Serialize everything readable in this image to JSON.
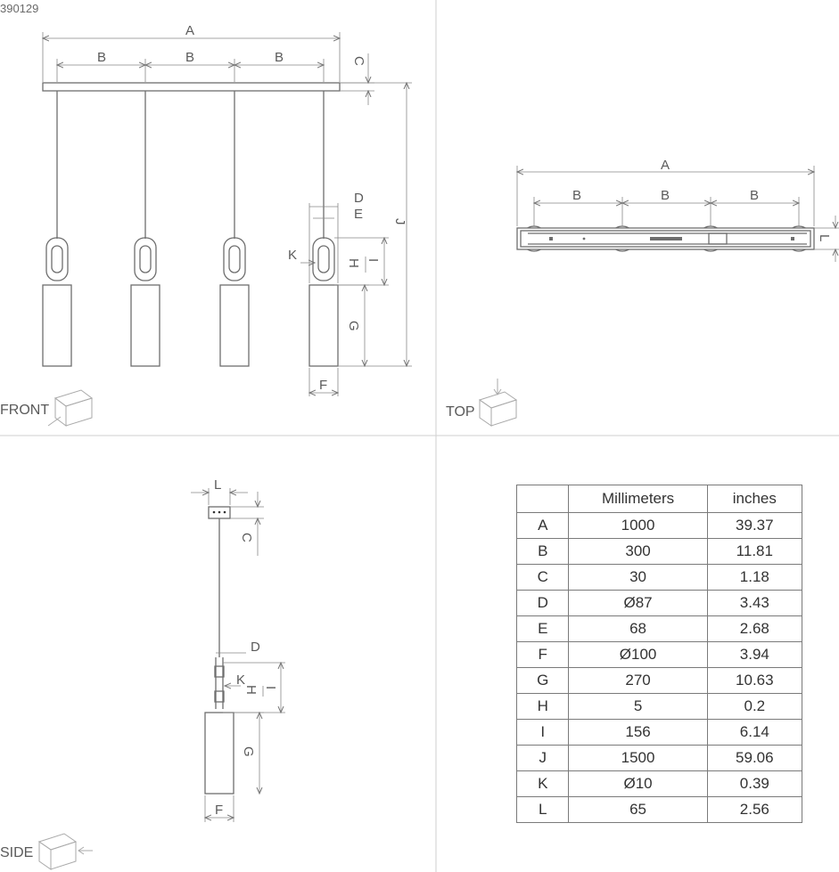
{
  "product_code": "390129",
  "views": {
    "front": "FRONT",
    "top": "TOP",
    "side": "SIDE"
  },
  "dimension_letters": {
    "A": "A",
    "B": "B",
    "C": "C",
    "D": "D",
    "E": "E",
    "F": "F",
    "G": "G",
    "H": "H",
    "I": "I",
    "J": "J",
    "K": "K",
    "L": "L"
  },
  "table": {
    "header": [
      "",
      "Millimeters",
      "inches"
    ],
    "rows": [
      {
        "letter": "A",
        "mm": "1000",
        "in": "39.37"
      },
      {
        "letter": "B",
        "mm": "300",
        "in": "11.81"
      },
      {
        "letter": "C",
        "mm": "30",
        "in": "1.18"
      },
      {
        "letter": "D",
        "mm": "Ø87",
        "in": "3.43"
      },
      {
        "letter": "E",
        "mm": "68",
        "in": "2.68"
      },
      {
        "letter": "F",
        "mm": "Ø100",
        "in": "3.94"
      },
      {
        "letter": "G",
        "mm": "270",
        "in": "10.63"
      },
      {
        "letter": "H",
        "mm": "5",
        "in": "0.2"
      },
      {
        "letter": "I",
        "mm": "156",
        "in": "6.14"
      },
      {
        "letter": "J",
        "mm": "1500",
        "in": "59.06"
      },
      {
        "letter": "K",
        "mm": "Ø10",
        "in": "0.39"
      },
      {
        "letter": "L",
        "mm": "65",
        "in": "2.56"
      }
    ]
  },
  "colors": {
    "line": "#6e6e6e",
    "divider": "#cfcfcf",
    "ink": "#5a5a5a"
  }
}
